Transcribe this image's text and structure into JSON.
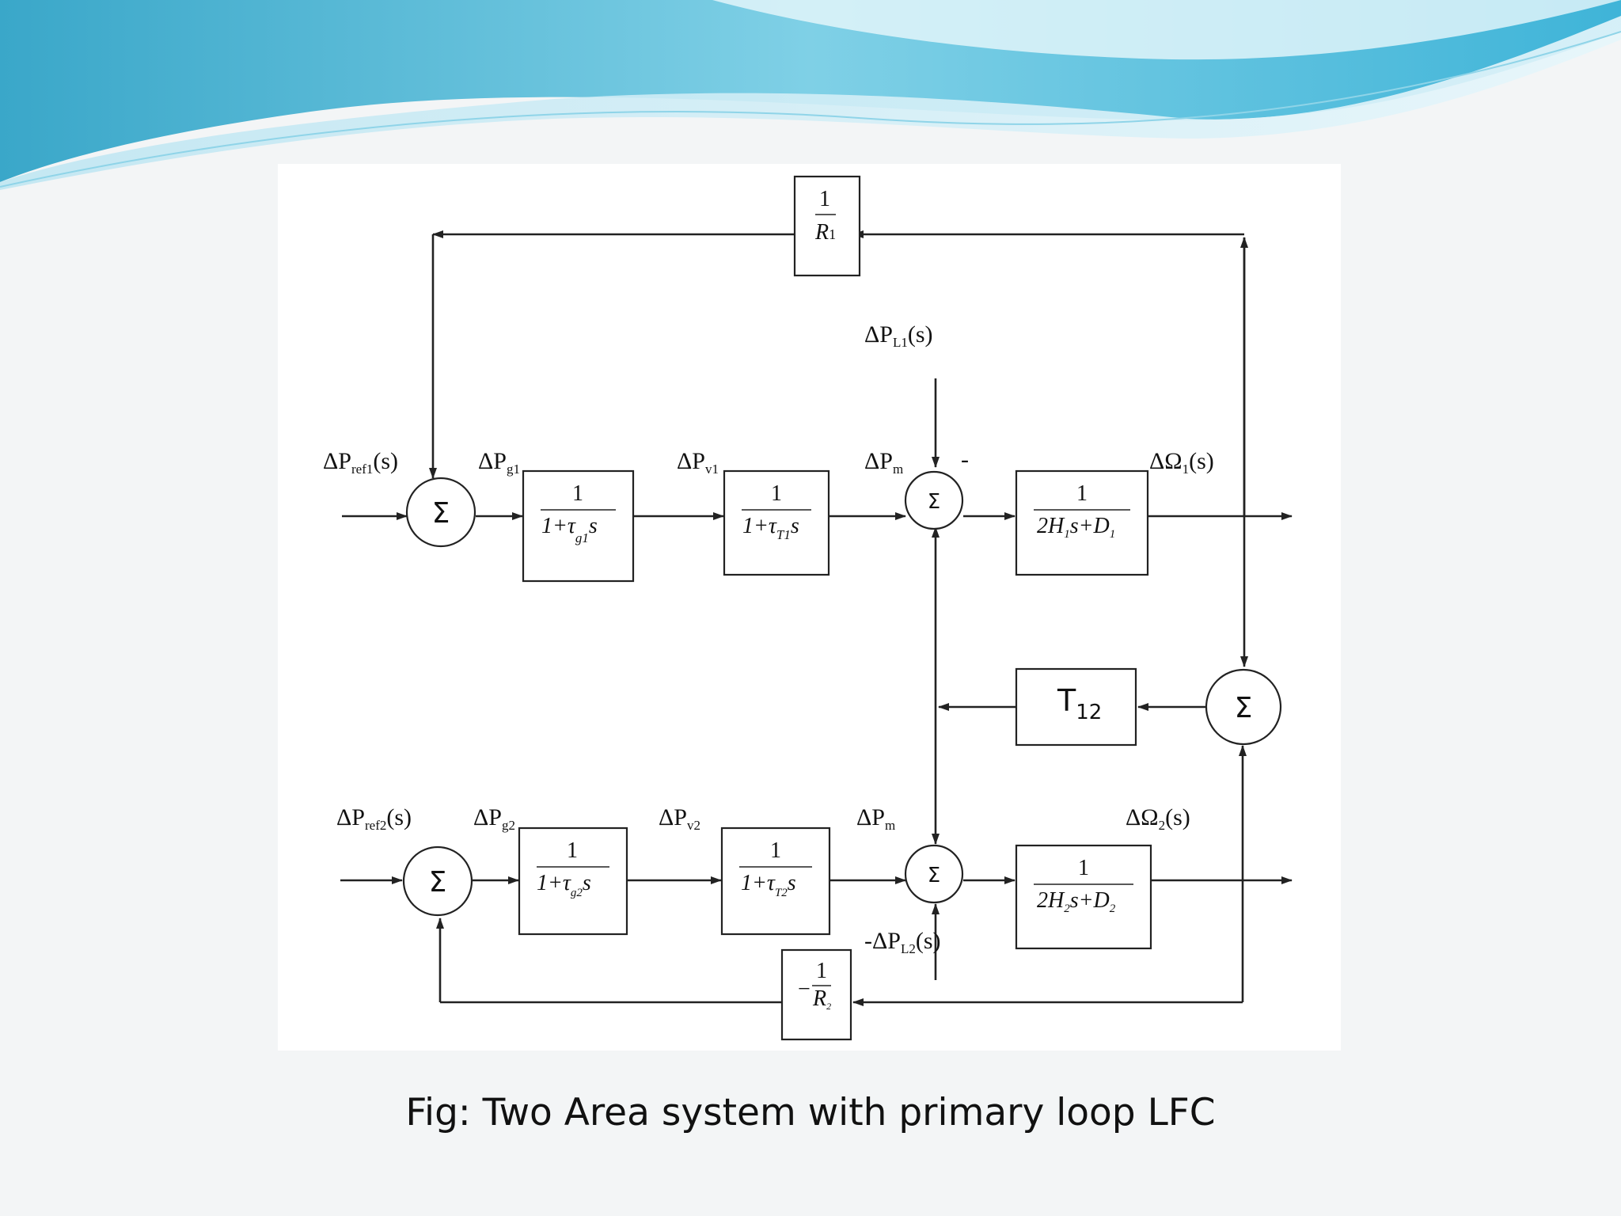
{
  "caption": "Fig: Two Area system with primary loop LFC",
  "area1": {
    "input_label": "ΔP",
    "input_sub": "ref1",
    "input_suffix": "(s)",
    "pg_label": "ΔP",
    "pg_sub": "g1",
    "pv_label": "ΔP",
    "pv_sub": "v1",
    "pm_label": "ΔP",
    "pm_sub": "m",
    "minus_sign": "-",
    "load_label": "ΔP",
    "load_sub": "L1",
    "load_suffix": "(s)",
    "output_label": "ΔΩ",
    "output_sub": "1",
    "output_suffix": "(s)",
    "governor": {
      "num": "1",
      "den": "1+τ",
      "den_sub": "g1",
      "den_s": "s"
    },
    "turbine": {
      "num": "1",
      "den": "1+τ",
      "den_sub": "T1",
      "den_s": "s"
    },
    "rotor": {
      "num": "1",
      "den": "2H",
      "den_sub": "1",
      "den_rest": "s+D",
      "den_sub2": "1"
    },
    "droop": {
      "num": "1",
      "den": "R",
      "den_sub": "1"
    }
  },
  "area2": {
    "input_label": "ΔP",
    "input_sub": "ref2",
    "input_suffix": "(s)",
    "pg_label": "ΔP",
    "pg_sub": "g2",
    "pv_label": "ΔP",
    "pv_sub": "v2",
    "pm_label": "ΔP",
    "pm_sub": "m",
    "load_label": "-ΔP",
    "load_sub": "L2",
    "load_suffix": "(s)",
    "output_label": "ΔΩ",
    "output_sub": "2",
    "output_suffix": "(s)",
    "governor": {
      "num": "1",
      "den": "1+τ",
      "den_sub": "g2",
      "den_s": "s"
    },
    "turbine": {
      "num": "1",
      "den": "1+τ",
      "den_sub": "T2",
      "den_s": "s"
    },
    "rotor": {
      "num": "1",
      "den": "2H",
      "den_sub": "2",
      "den_rest": "s+D",
      "den_sub2": "2"
    },
    "droop": {
      "prefix": "−",
      "num": "1",
      "den": "R",
      "den_sub": "2"
    }
  },
  "tie_line": {
    "label": "T",
    "sub": "12"
  },
  "summer_symbol": "Σ"
}
